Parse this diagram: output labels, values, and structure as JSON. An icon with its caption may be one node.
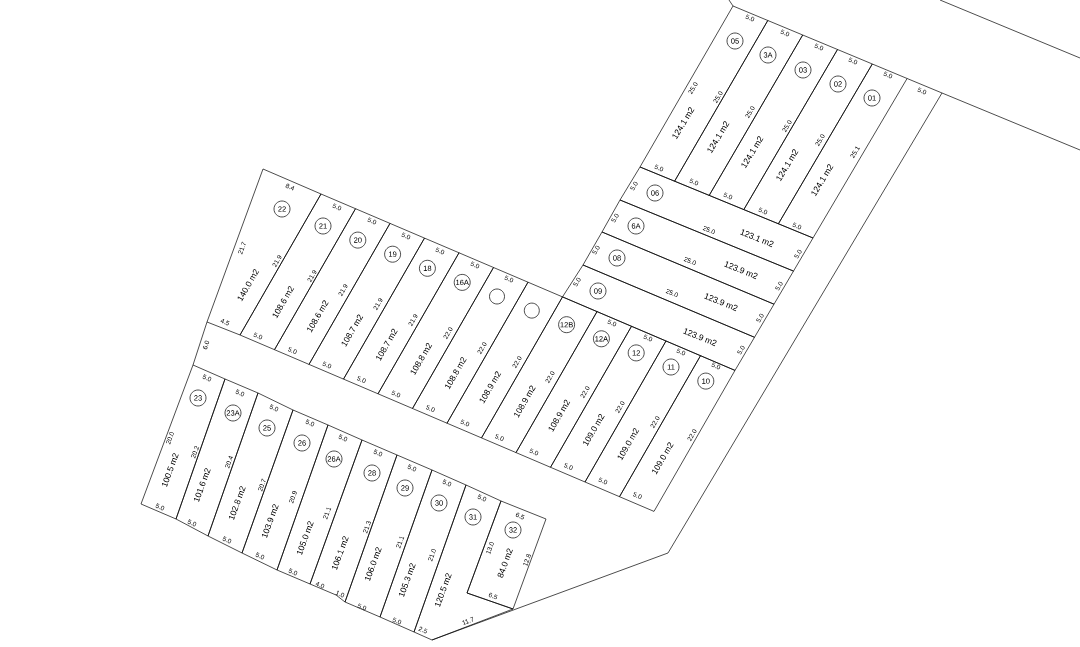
{
  "diagram": {
    "nodes": [
      {
        "text": [
          "05",
          "124.1 m2"
        ]
      },
      {
        "text": [
          "3A",
          "124.1 m2"
        ]
      },
      {
        "text": [
          "03",
          "124.1 m2"
        ]
      },
      {
        "text": [
          "02",
          "124.1 m2"
        ]
      },
      {
        "text": [
          "01",
          "124.1 m2"
        ]
      },
      {
        "text": [
          "06",
          "123.1 m2"
        ]
      },
      {
        "text": [
          "6A",
          "123.9 m2"
        ]
      },
      {
        "text": [
          "08",
          "123.9 m2"
        ]
      },
      {
        "text": [
          "09",
          "123.9 m2"
        ]
      },
      {
        "text": [
          "22",
          "140.0 m2"
        ]
      },
      {
        "text": [
          "21",
          "108.6 m2"
        ]
      },
      {
        "text": [
          "20",
          "108.6 m2"
        ]
      },
      {
        "text": [
          "19",
          "108.7 m2"
        ]
      },
      {
        "text": [
          "18",
          "108.7 m2"
        ]
      },
      {
        "text": [
          "16A",
          "108.8 m2"
        ]
      },
      {
        "text": [
          "108.8 m2"
        ]
      },
      {
        "text": [
          "108.9 m2"
        ]
      },
      {
        "text": [
          "12B",
          "108.9 m2"
        ]
      },
      {
        "text": [
          "12A",
          "108.9 m2"
        ]
      },
      {
        "text": [
          "12",
          "109.0 m2"
        ]
      },
      {
        "text": [
          "11",
          "109.0 m2"
        ]
      },
      {
        "text": [
          "10",
          "109.0 m2"
        ]
      },
      {
        "text": [
          "23",
          "100.5 m2"
        ]
      },
      {
        "text": [
          "23A",
          "101.6 m2"
        ]
      },
      {
        "text": [
          "25",
          "102.8 m2"
        ]
      },
      {
        "text": [
          "26",
          "103.9 m2"
        ]
      },
      {
        "text": [
          "26A",
          "105.0 m2"
        ]
      },
      {
        "text": [
          "28",
          "106.1 m2"
        ]
      },
      {
        "text": [
          "29",
          "106.0 m2"
        ]
      },
      {
        "text": [
          "30",
          "105.3 m2"
        ]
      },
      {
        "text": [
          "31",
          "120.5 m2"
        ]
      },
      {
        "text": [
          "32",
          "84.0 m2"
        ]
      }
    ],
    "labels": [
      "5.0",
      "5.0",
      "5.0",
      "5.0",
      "5.0",
      "5.0",
      "25.0",
      "25.0",
      "25.0",
      "25.0",
      "25.0",
      "25.1",
      "5.0",
      "5.0",
      "5.0",
      "5.0",
      "5.0",
      "5.0",
      "5.0",
      "5.0",
      "5.0",
      "25.0",
      "25.0",
      "25.0",
      "5.0",
      "5.0",
      "5.0",
      "5.0",
      "8.4",
      "5.0",
      "5.0",
      "5.0",
      "5.0",
      "5.0",
      "5.0",
      "5.0",
      "5.0",
      "5.0",
      "5.0",
      "21.7",
      "21.9",
      "21.9",
      "21.9",
      "21.9",
      "21.9",
      "22.0",
      "22.0",
      "22.0",
      "22.0",
      "22.0",
      "22.0",
      "22.0",
      "22.0",
      "4.5",
      "5.0",
      "5.0",
      "5.0",
      "5.0",
      "5.0",
      "5.0",
      "5.0",
      "5.0",
      "5.0",
      "5.0",
      "5.0",
      "5.0",
      "6.0",
      "5.0",
      "5.0",
      "5.0",
      "5.0",
      "5.0",
      "5.0",
      "5.0",
      "5.0",
      "5.0",
      "6.5",
      "20.0",
      "20.2",
      "20.4",
      "20.7",
      "20.9",
      "21.1",
      "21.3",
      "21.1",
      "21.0",
      "13.0",
      "12.8",
      "5.0",
      "5.0",
      "5.0",
      "5.0",
      "5.0",
      "4.0",
      "1.0",
      "5.0",
      "5.0",
      "2.5",
      "6.5",
      "11.7"
    ]
  }
}
